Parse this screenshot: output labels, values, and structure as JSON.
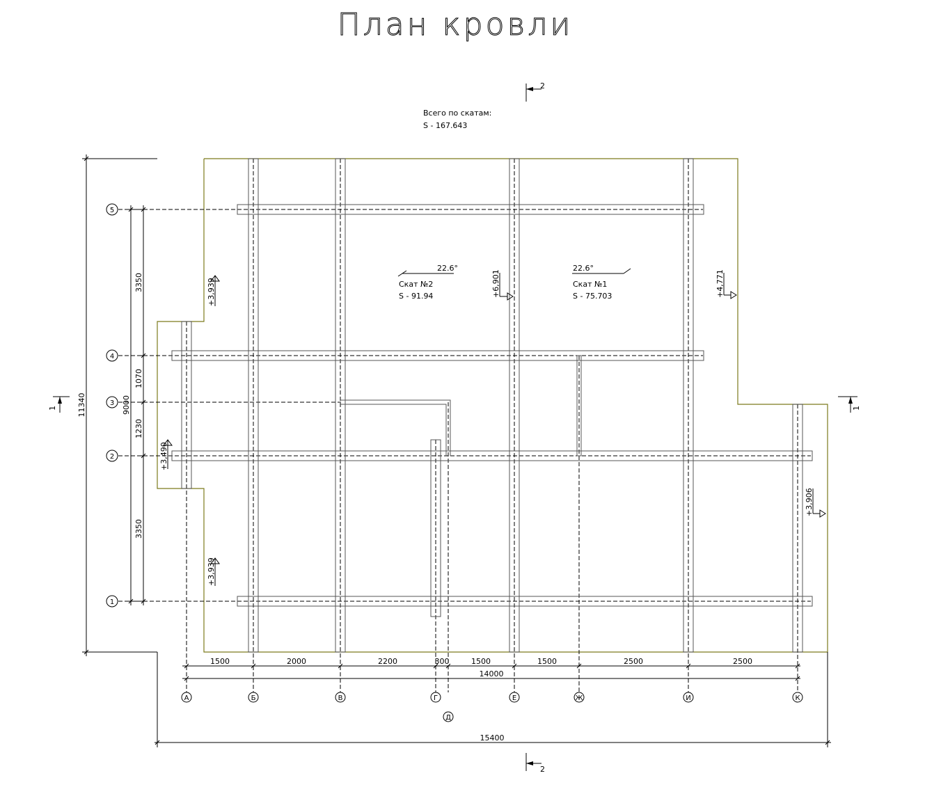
{
  "title": "План кровли",
  "total": {
    "label": "Всего по скатам:",
    "area": "S  -  167.643"
  },
  "slopes": [
    {
      "angle": "22.6°",
      "name": "Скат №2",
      "area": "S  -  91.94"
    },
    {
      "angle": "22.6°",
      "name": "Скат №1",
      "area": "S  -  75.703"
    }
  ],
  "section_marks": {
    "top": "2",
    "bottom": "2",
    "left": "1",
    "right": "1"
  },
  "elevations": [
    "+3,939",
    "+3,939",
    "+3,490",
    "+6,901",
    "+4,771",
    "+3,906"
  ],
  "axes_x": [
    "А",
    "Б",
    "В",
    "Г",
    "Д",
    "Е",
    "Ж",
    "И",
    "К"
  ],
  "axes_y": [
    "5",
    "4",
    "3",
    "2",
    "1"
  ],
  "dims_x": [
    "1500",
    "2000",
    "2200",
    "300",
    "1500",
    "1500",
    "2500",
    "2500"
  ],
  "dim_x_total": "14000",
  "dim_overall_x": "15400",
  "dims_y": [
    "3350",
    "1070",
    "1230",
    "3350"
  ],
  "dim_y_total": "9000",
  "dim_overall_y": "11340",
  "colors": {
    "roof_outline": "#7c7a1c",
    "lines": "#000000",
    "beams": "#555555"
  }
}
